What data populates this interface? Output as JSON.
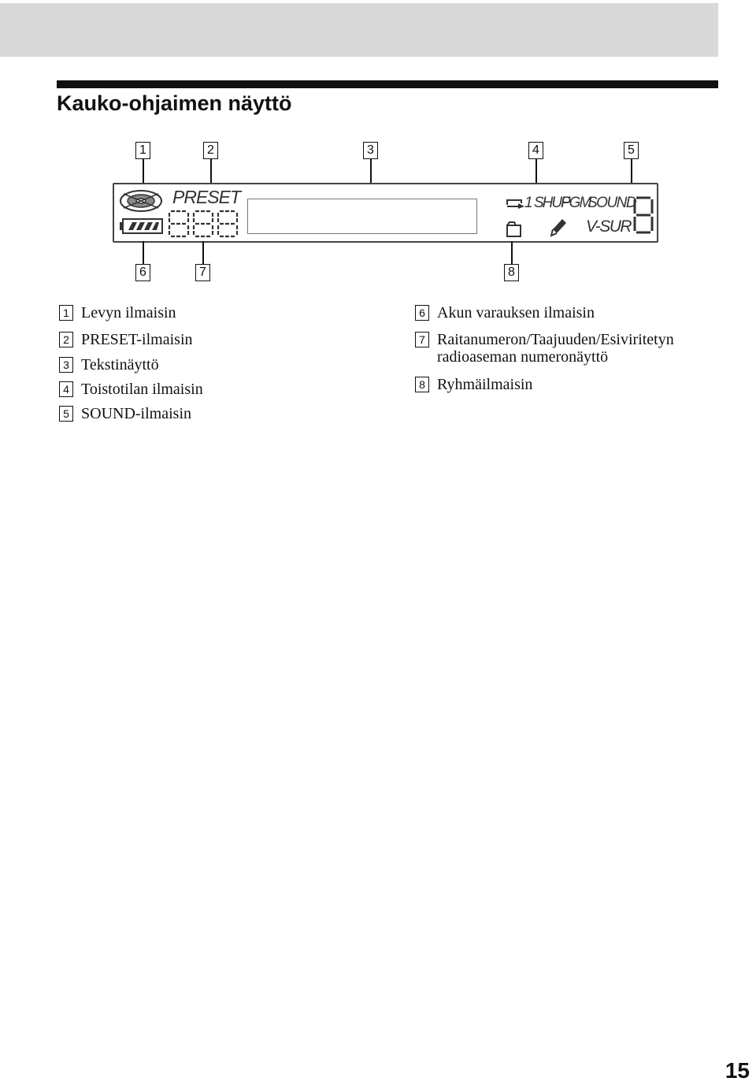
{
  "page": {
    "title": "Kauko-ohjaimen näyttö",
    "page_number": "15"
  },
  "callouts": [
    "1",
    "2",
    "3",
    "4",
    "5",
    "6",
    "7",
    "8"
  ],
  "lcd": {
    "preset": "PRESET",
    "play_mode_1": "1",
    "play_mode_shuf": "SHUF",
    "play_mode_pgm": "PGM",
    "sound": "SOUND",
    "vsur": "V-SUR"
  },
  "legend": [
    {
      "num": "1",
      "text": "Levyn ilmaisin"
    },
    {
      "num": "2",
      "text": "PRESET-ilmaisin"
    },
    {
      "num": "3",
      "text": "Tekstinäyttö"
    },
    {
      "num": "4",
      "text": "Toistotilan ilmaisin"
    },
    {
      "num": "5",
      "text": "SOUND-ilmaisin"
    },
    {
      "num": "6",
      "text": "Akun varauksen ilmaisin"
    },
    {
      "num": "7",
      "text": "Raitanumeron/Taajuuden/Esiviritetyn",
      "text2": "radioaseman numeronäyttö"
    },
    {
      "num": "8",
      "text": "Ryhmäilmaisin"
    }
  ]
}
